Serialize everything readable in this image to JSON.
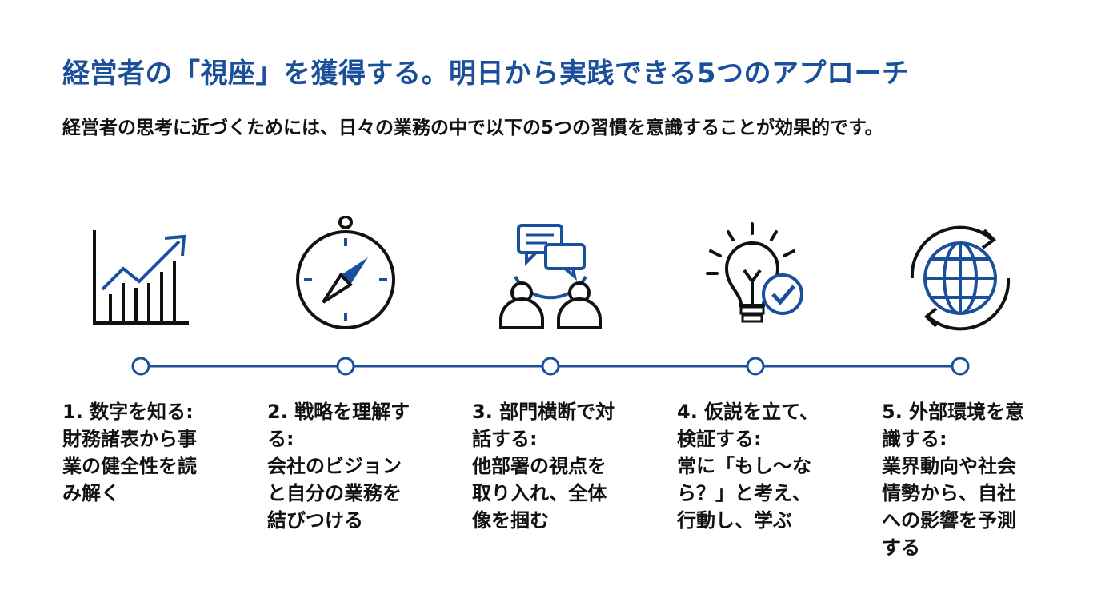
{
  "title": "経営者の「視座」を獲得する。明日から実践できる5つのアプローチ",
  "subtitle": "経営者の思考に近づくためには、日々の業務の中で以下の5つの習慣を意識することが効果的です。",
  "colors": {
    "accent": "#1a4f9c",
    "text": "#111111"
  },
  "steps": [
    {
      "icon": "growth-chart-icon",
      "heading": "1. 数字を知る:",
      "body": "財務諸表から事業の健全性を読み解く"
    },
    {
      "icon": "compass-icon",
      "heading": "2. 戦略を理解する:",
      "body": "会社のビジョンと自分の業務を結びつける"
    },
    {
      "icon": "dialogue-people-icon",
      "heading": "3. 部門横断で対話する:",
      "body": "他部署の視点を取り入れ、全体像を掴む"
    },
    {
      "icon": "lightbulb-check-icon",
      "heading": "4. 仮説を立て、検証する:",
      "body": "常に「もし〜なら？」と考え、行動し、学ぶ"
    },
    {
      "icon": "globe-cycle-icon",
      "heading": "5. 外部環境を意識する:",
      "body": "業界動向や社会情勢から、自社への影響を予測する"
    }
  ]
}
